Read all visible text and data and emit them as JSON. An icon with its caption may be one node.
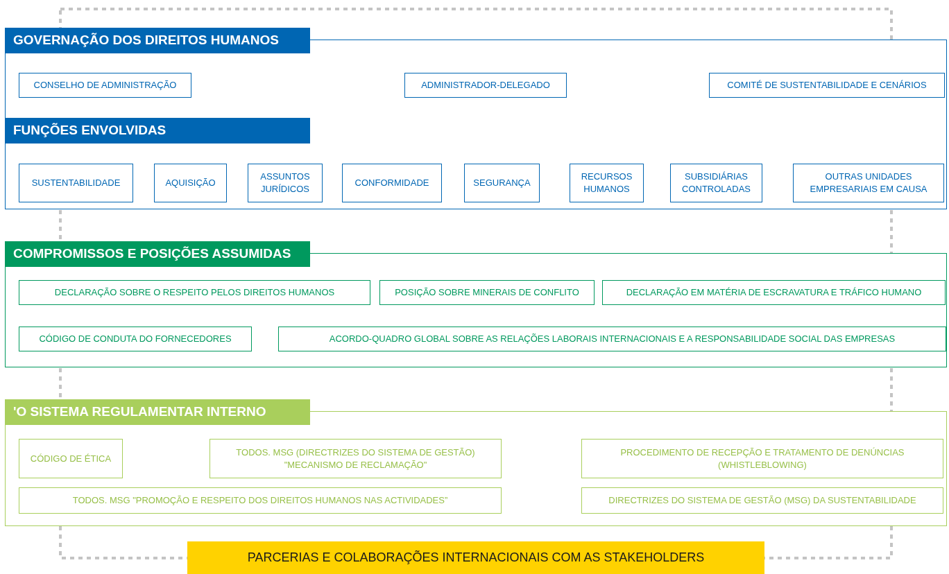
{
  "diagram": {
    "nodes": [
      {
        "text": [
          "GOVERNAÇÃO DOS DIREITOS HUMANOS",
          "FUNÇÕES ENVOLVIDAS"
        ]
      },
      {
        "text": [
          "CONSELHO DE ADMINISTRAÇÃO"
        ],
        "in": 0
      },
      {
        "text": [
          "ADMINISTRADOR-DELEGADO"
        ],
        "in": 0
      },
      {
        "text": [
          "COMITÉ DE SUSTENTABILIDADE E CENÁRIOS"
        ],
        "in": 0
      },
      {
        "text": [
          "SUSTENTABILIDADE"
        ],
        "in": 0
      },
      {
        "text": [
          "AQUISIÇÃO"
        ],
        "in": 0
      },
      {
        "text": [
          "ASSUNTOS JURÍDICOS"
        ],
        "in": 0
      },
      {
        "text": [
          "CONFORMIDADE"
        ],
        "in": 0
      },
      {
        "text": [
          "SEGURANÇA"
        ],
        "in": 0
      },
      {
        "text": [
          "RECURSOS HUMANOS"
        ],
        "in": 0
      },
      {
        "text": [
          "SUBSIDIÁRIAS CONTROLADAS"
        ],
        "in": 0
      },
      {
        "text": [
          "OUTRAS UNIDADES EMPRESARIAIS EM CAUSA"
        ],
        "in": 0
      },
      {
        "text": [
          "COMPROMISSOS E POSIÇÕES ASSUMIDAS"
        ]
      },
      {
        "text": [
          "DECLARAÇÃO SOBRE O RESPEITO PELOS DIREITOS HUMANOS"
        ],
        "in": 12
      },
      {
        "text": [
          "POSIÇÃO SOBRE MINERAIS DE CONFLITO"
        ],
        "in": 12
      },
      {
        "text": [
          "DECLARAÇÃO EM MATÉRIA DE ESCRAVATURA E TRÁFICO HUMANO"
        ],
        "in": 12
      },
      {
        "text": [
          "CÓDIGO DE CONDUTA DO FORNECEDORES"
        ],
        "in": 12
      },
      {
        "text": [
          "ACORDO-QUADRO GLOBAL SOBRE AS RELAÇÕES LABORAIS INTERNACIONAIS E A RESPONSABILIDADE SOCIAL DAS EMPRESAS"
        ],
        "in": 12
      },
      {
        "text": [
          "'O SISTEMA REGULAMENTAR INTERNO"
        ]
      },
      {
        "text": [
          "CÓDIGO DE ÉTICA"
        ],
        "in": 18
      },
      {
        "text": [
          "TODOS. MSG (DIRECTRIZES DO SISTEMA DE GESTÃO) \"MECANISMO DE RECLAMAÇÃO\""
        ],
        "in": 18
      },
      {
        "text": [
          "PROCEDIMENTO DE RECEPÇÃO E TRATAMENTO DE DENÚNCIAS (WHISTLEBLOWING)"
        ],
        "in": 18
      },
      {
        "text": [
          "TODOS. MSG \"PROMOÇÃO E RESPEITO DOS DIREITOS HUMANOS NAS ACTIVIDADES”"
        ],
        "in": 18
      },
      {
        "text": [
          "DIRECTRIZES DO SISTEMA DE GESTÃO (MSG) DA SUSTENTABILIDADE"
        ],
        "in": 18
      },
      {
        "text": [
          "PARCERIAS E COLABORAÇÕES INTERNACIONAIS COM AS STAKEHOLDERS"
        ]
      }
    ]
  }
}
